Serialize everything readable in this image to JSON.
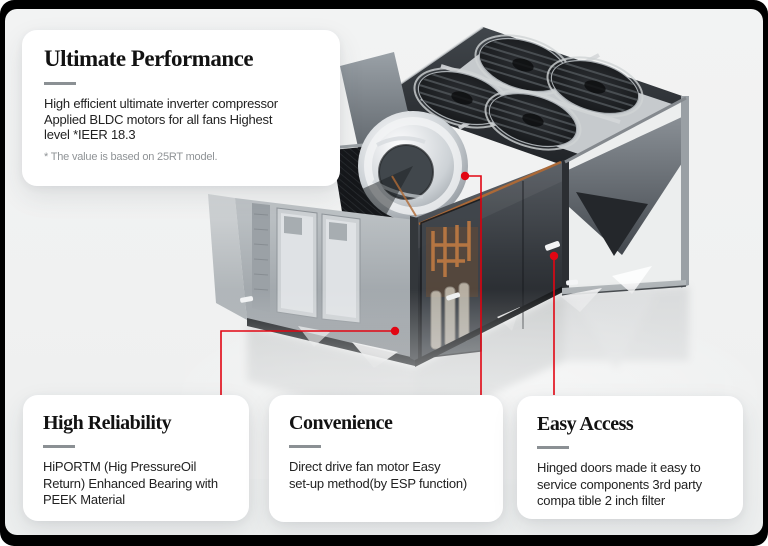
{
  "theme": {
    "background": "#f0f1f1",
    "frame_border": "#000000",
    "card_background": "#ffffff",
    "accent_red": "#e20613",
    "divider_gray": "#8b9094",
    "title_color": "#121212",
    "body_color": "#222222",
    "footnote_color": "#8f9396"
  },
  "cards": {
    "performance": {
      "title": "Ultimate Performance",
      "body_lines": [
        "High efficient ultimate inverter compressor",
        "Applied BLDC motors for all fans Highest",
        "level *IEER 18.3"
      ],
      "footnote": "* The value is based on 25RT model."
    },
    "reliability": {
      "title": "High Reliability",
      "body_lines": [
        "HiPORTM (Hig PressureOil",
        "Return) Enhanced Bearing with",
        "PEEK Material"
      ]
    },
    "convenience": {
      "title": "Convenience",
      "body_lines": [
        "Direct drive fan motor Easy",
        "set-up method(by ESP function)"
      ]
    },
    "access": {
      "title": "Easy Access",
      "body_lines": [
        "Hinged doors made it easy to",
        "service components 3rd party",
        "compa tible 2 inch filter"
      ]
    }
  },
  "illustration": {
    "callouts": [
      {
        "target": "centrifugal-blower-fan",
        "links_to": "Convenience"
      },
      {
        "target": "front-panel-door-latch",
        "links_to": "Easy Access"
      },
      {
        "target": "compressor-compartment",
        "links_to": "High Reliability"
      }
    ]
  }
}
